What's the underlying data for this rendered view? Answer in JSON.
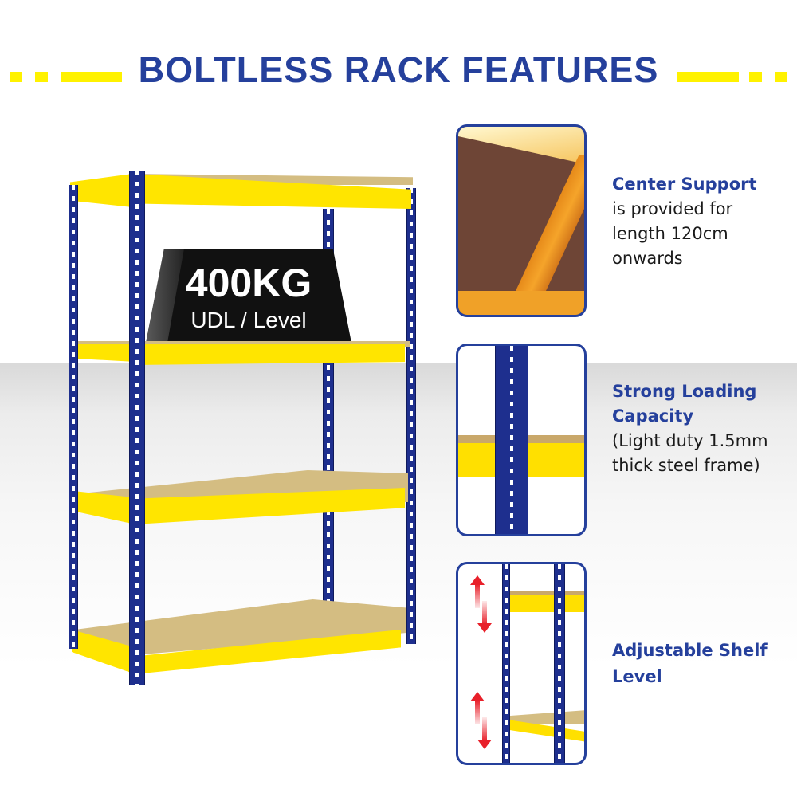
{
  "header": {
    "title": "BOLTLESS RACK FEATURES"
  },
  "product": {
    "weight_badge": {
      "capacity": "400KG",
      "unit_label": "UDL / Level"
    },
    "colors": {
      "frame": "#1e2f8e",
      "shelf_beam": "#ffe500",
      "shelf_board": "#d4bd82",
      "accent": "#25409c",
      "dash": "#fff200"
    }
  },
  "features": [
    {
      "title": "Center Support",
      "description": "is provided for length 120cm onwards",
      "lines": [
        "is provided for",
        "length 120cm",
        "onwards"
      ]
    },
    {
      "title_lines": [
        "Strong Loading",
        "Capacity"
      ],
      "title": "Strong Loading Capacity",
      "description": "(Light duty 1.5mm thick steel frame)",
      "lines": [
        "(Light duty 1.5mm",
        "thick steel frame)"
      ]
    },
    {
      "title_lines": [
        "Adjustable Shelf",
        "Level"
      ],
      "title": "Adjustable Shelf Level",
      "icons": [
        "up-down-arrow-icon",
        "up-down-arrow-icon"
      ]
    }
  ]
}
